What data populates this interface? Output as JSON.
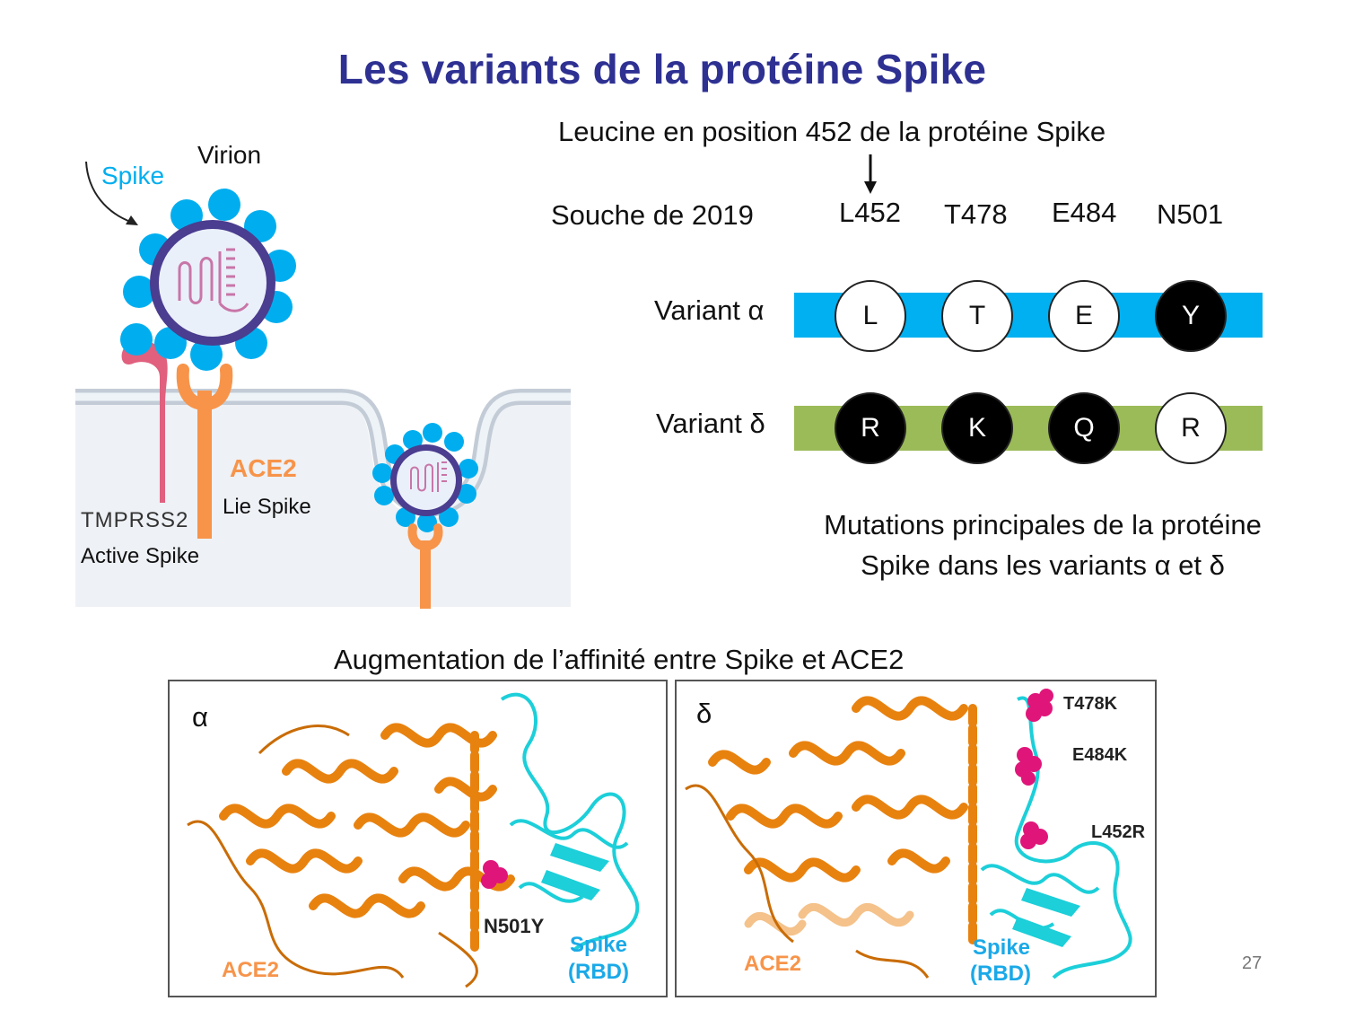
{
  "title": "Les variants de la protéine Spike",
  "virion_diagram": {
    "spike_label": "Spike",
    "virion_label": "Virion",
    "ace2_label": "ACE2",
    "ace2_sub": "Lie Spike",
    "tmprss2_label": "TMPRSS2",
    "tmprss2_sub": "Active Spike"
  },
  "mutations": {
    "leucine_caption": "Leucine en position 452 de la protéine Spike",
    "reference_label": "Souche de 2019",
    "positions": [
      "L452",
      "T478",
      "E484",
      "N501"
    ],
    "variants": [
      {
        "label": "Variant α",
        "bar_color": "#00b0f0",
        "residues": [
          {
            "letter": "L",
            "mutated": false
          },
          {
            "letter": "T",
            "mutated": false
          },
          {
            "letter": "E",
            "mutated": false
          },
          {
            "letter": "Y",
            "mutated": true
          }
        ]
      },
      {
        "label": "Variant δ",
        "bar_color": "#9bbb59",
        "residues": [
          {
            "letter": "R",
            "mutated": true
          },
          {
            "letter": "K",
            "mutated": true
          },
          {
            "letter": "Q",
            "mutated": true
          },
          {
            "letter": "R",
            "mutated": false
          }
        ]
      }
    ],
    "caption_line1": "Mutations principales de la protéine",
    "caption_line2": "Spike dans les variants α et δ"
  },
  "affinity": {
    "caption": "Augmentation de l’affinité entre Spike et ACE2",
    "panels": [
      {
        "greek": "α",
        "ace2": "ACE2",
        "spike_line1": "Spike",
        "spike_line2": "(RBD)",
        "mutations": [
          "N501Y"
        ]
      },
      {
        "greek": "δ",
        "ace2": "ACE2",
        "spike_line1": "Spike",
        "spike_line2": "(RBD)",
        "mutations": [
          "T478K",
          "E484K",
          "L452R"
        ]
      }
    ]
  },
  "colors": {
    "title": "#2e3192",
    "spike_blue": "#00aeef",
    "ace2_orange": "#f7944a",
    "tmprss2_pink": "#e0607e",
    "mutation_magenta": "#e0157a",
    "ace2_protein": "#e8820f",
    "rbd_cyan": "#1ccfd9"
  },
  "page_number": "27"
}
